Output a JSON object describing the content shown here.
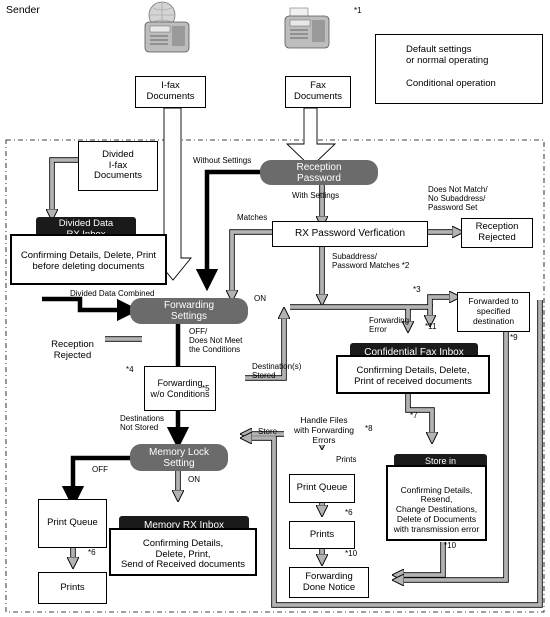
{
  "header": {
    "sender": "Sender"
  },
  "devices": {
    "ifax_icon": "ifax-machine-icon",
    "fax_icon": "fax-machine-icon"
  },
  "sources": {
    "ifax": "I-fax\nDocuments",
    "fax": "Fax\nDocuments",
    "note_star1": "*1"
  },
  "legend": {
    "default": "Default settings\nor normal operating",
    "conditional": "Conditional operation",
    "default_color": "#000000",
    "conditional_color": "#b3b3b3"
  },
  "nodes": {
    "divided_ifax": "Divided\nI-fax\nDocuments",
    "divided_rx_inbox": "Divided Data\nRX Inbox",
    "divided_rx_inbox_desc": "Confirming Details, Delete, Print\nbefore deleting documents",
    "reception_password": "Reception\nPassword",
    "rx_password_verification": "RX Password Verfication",
    "reception_rejected_top": "Reception\nRejected",
    "forwarding_settings": "Forwarding\nSettings",
    "forwarded_dest": "Forwarded to\nspecified\ndestination",
    "confidential_inbox": "Confidential Fax Inbox",
    "confidential_inbox_desc": "Confirming Details, Delete,\nPrint of received documents",
    "reception_rejected_left": "Reception\nRejected",
    "forwarding_wo": "Forwarding\nw/o Conditions",
    "handle_files": "Handle Files\nwith Forwarding Errors",
    "memory_lock": "Memory Lock\nSetting",
    "store_status": "Store in\nthe Status Screen",
    "store_status_desc": "Confirming Details,\nResend,\nChange Destinations,\nDelete of Documents\nwith transmission error",
    "print_queue_center": "Print Queue",
    "prints_center": "Prints",
    "print_queue_left": "Print Queue",
    "prints_left": "Prints",
    "memory_rx_inbox": "Memory RX Inbox",
    "memory_rx_inbox_desc": "Confirming Details,\nDelete, Print,\nSend of Received documents",
    "forwarding_done": "Forwarding\nDone Notice"
  },
  "labels": {
    "without_settings": "Without Settings",
    "with_settings": "With Settings",
    "does_not_match": "Does Not Match/\nNo Subaddress/\nPassword Set",
    "matches": "Matches",
    "subaddress_matches": "Subaddress/\nPassword Matches *2",
    "divided_combined": "Divided Data Combined",
    "on_forwarding": "ON",
    "star3": "*3",
    "forwarding_error": "Forwarding\nError",
    "star11": "*11",
    "star9": "*9",
    "off_not_meet": "OFF/\nDoes Not Meet\nthe Conditions",
    "star4": "*4",
    "star5": "*5",
    "dest_stored": "Destination(s)\nStored",
    "dest_not_stored": "Destinations\nNot Stored",
    "star7": "*7",
    "store": "Store",
    "star8": "*8",
    "prints_label": "Prints",
    "off_memory": "OFF",
    "on_memory": "ON",
    "star6_center": "*6",
    "star10_center": "*10",
    "star10_right": "*10",
    "star6_left": "*6"
  }
}
